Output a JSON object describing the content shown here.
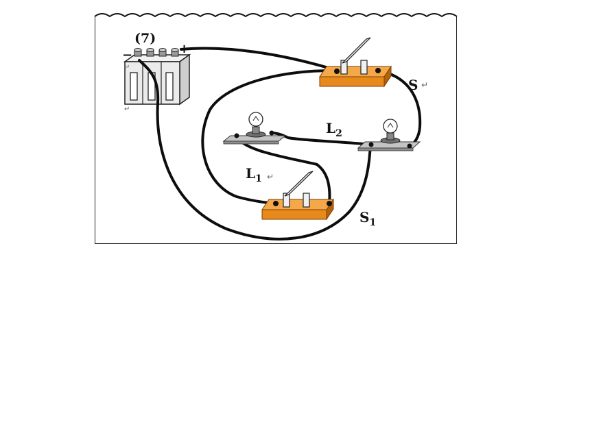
{
  "problem_number": "(7)",
  "battery": {
    "minus": "−",
    "plus": "+"
  },
  "labels": {
    "S": {
      "base": "S",
      "sub": ""
    },
    "L1": {
      "base": "L",
      "sub": "1"
    },
    "L2": {
      "base": "L",
      "sub": "2"
    },
    "S1": {
      "base": "S",
      "sub": "1"
    }
  },
  "return_mark": "↵",
  "colors": {
    "switch_base": "#e8891b",
    "switch_base_shadow": "#b4620a",
    "switch_top": "#f5a84a",
    "wire": "#0d0d0d",
    "bulb_base": "#a8a8a8",
    "bulb_base_dark": "#6f6f6f"
  }
}
